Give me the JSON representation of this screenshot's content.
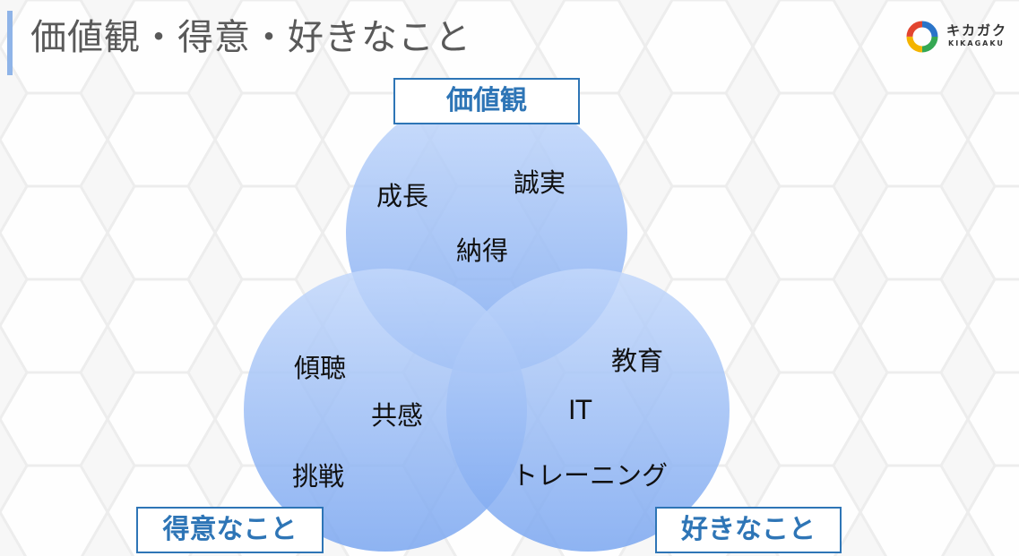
{
  "title": "価値観・得意・好きなこと",
  "logo": {
    "name": "キカガク",
    "sub": "KIKAGAKU"
  },
  "circles": {
    "top": {
      "label": "価値観",
      "words": [
        "成長",
        "誠実"
      ]
    },
    "left": {
      "label": "得意なこと",
      "words": [
        "傾聴",
        "挑戦"
      ]
    },
    "right": {
      "label": "好きなこと",
      "words": [
        "教育",
        "IT",
        "トレーニング"
      ]
    }
  },
  "overlaps": {
    "top_left": "納得",
    "left_center": "共感"
  },
  "colors": {
    "circle_fill": "#8fb4f5",
    "label_border": "#2e75b6",
    "label_text": "#2e75b6",
    "title_text": "#595959",
    "accent_bar": "#8fb4e8"
  }
}
